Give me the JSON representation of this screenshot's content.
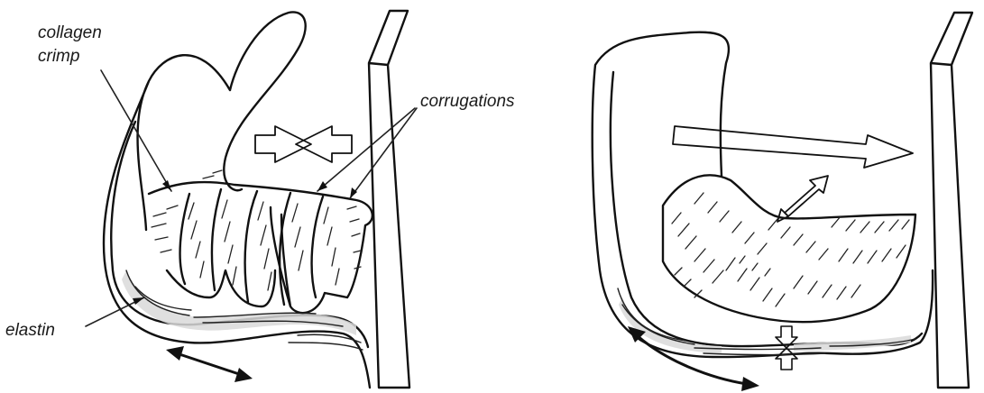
{
  "labels": {
    "collagen_line1": "collagen",
    "collagen_line2": "crimp",
    "corrugations": "corrugations",
    "elastin": "elastin"
  }
}
